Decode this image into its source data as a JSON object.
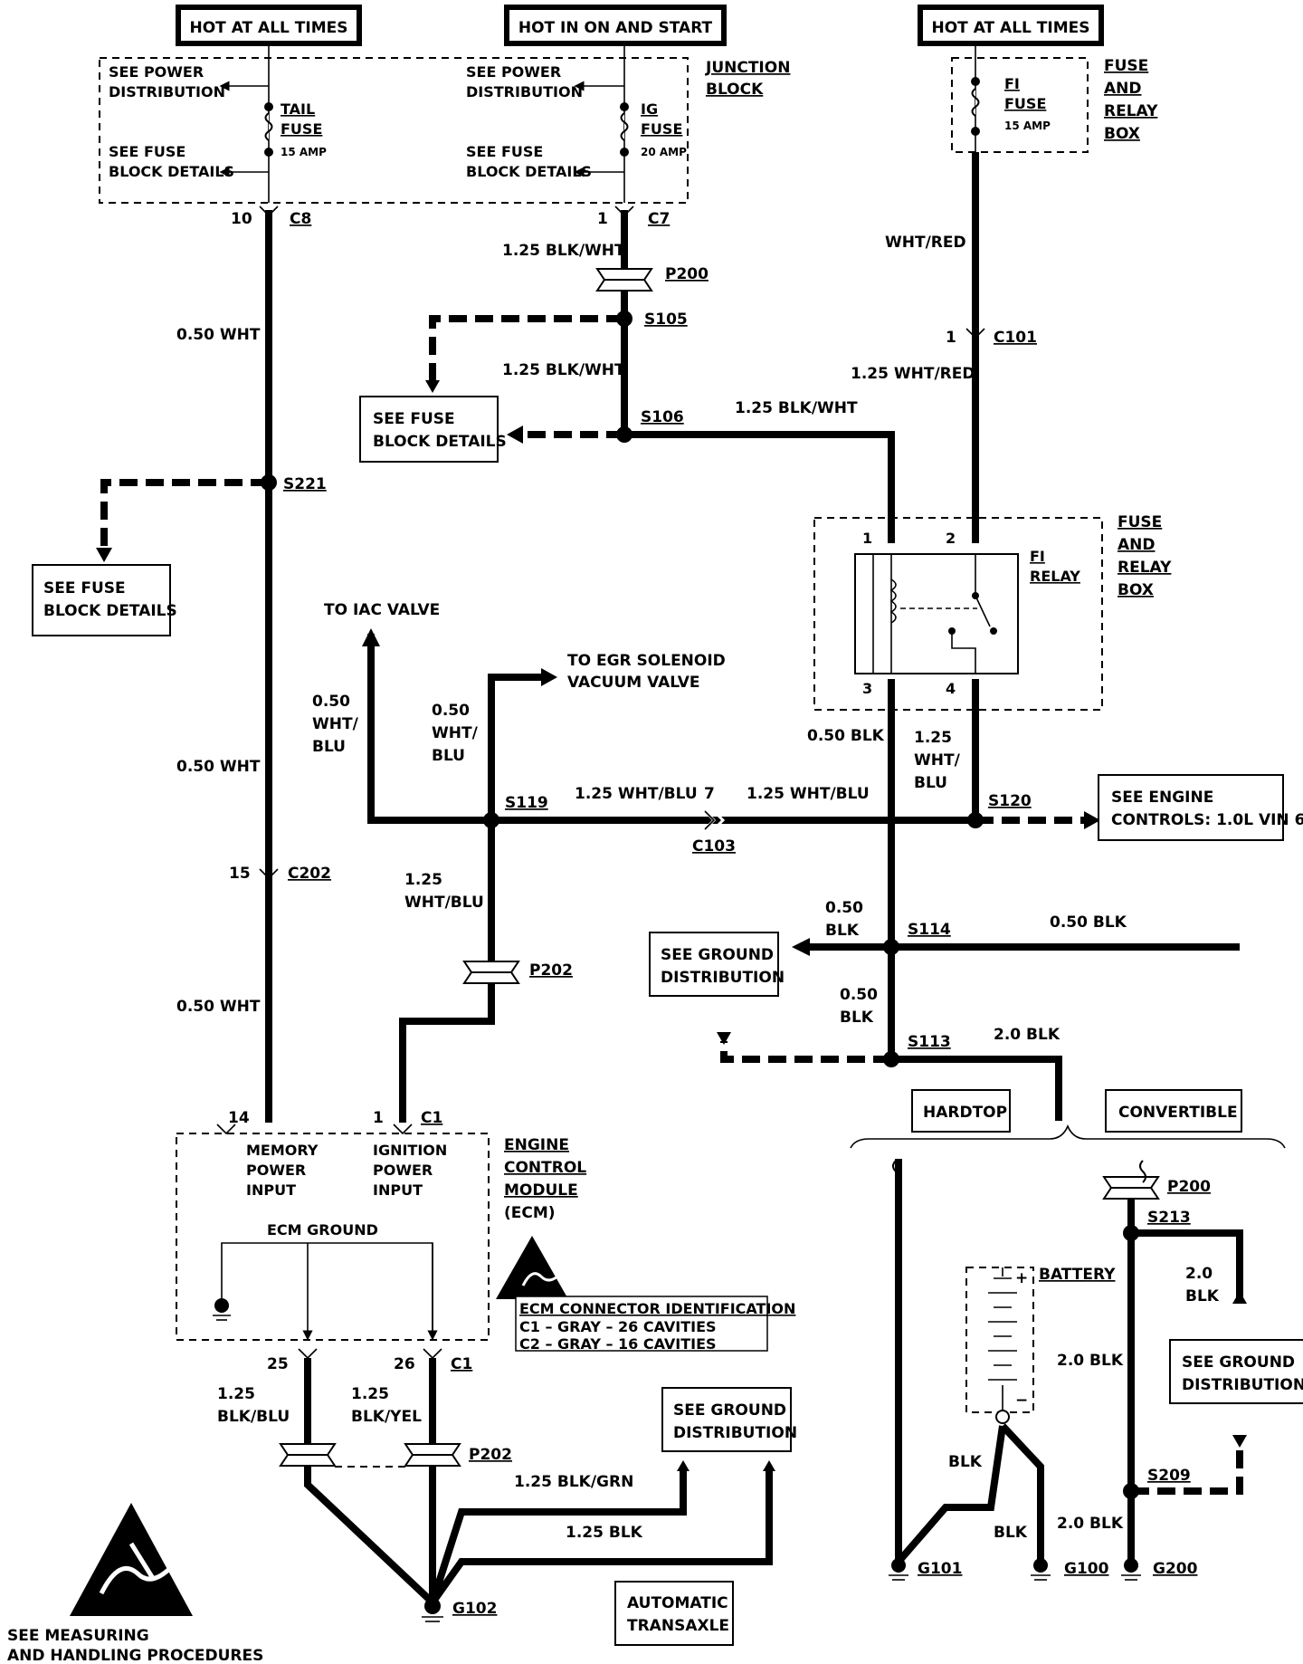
{
  "headers": {
    "hot_at_all_times_left": "HOT AT ALL TIMES",
    "hot_in_on_and_start": "HOT IN ON AND START",
    "hot_at_all_times_right": "HOT AT ALL TIMES"
  },
  "junction_block": {
    "title_line1": "JUNCTION",
    "title_line2": "BLOCK",
    "see_power_distribution_l1": "SEE POWER",
    "see_power_distribution_l2": "DISTRIBUTION",
    "see_fuse_block_details_l1": "SEE FUSE",
    "see_fuse_block_details_l2": "BLOCK DETAILS",
    "tail_fuse_l1": "TAIL",
    "tail_fuse_l2": "FUSE",
    "tail_fuse_amp": "15 AMP",
    "ig_fuse_l1": "IG",
    "ig_fuse_l2": "FUSE",
    "ig_fuse_amp": "20 AMP",
    "c8_pin": "10",
    "c8": "C8",
    "c7_pin": "1",
    "c7": "C7"
  },
  "fuse_relay_box_top": {
    "title_l1": "FUSE",
    "title_l2": "AND",
    "title_l3": "RELAY",
    "title_l4": "BOX",
    "fi_fuse_l1": "FI",
    "fi_fuse_l2": "FUSE",
    "fi_fuse_amp": "15 AMP"
  },
  "fuse_relay_box_mid": {
    "title_l1": "FUSE",
    "title_l2": "AND",
    "title_l3": "RELAY",
    "title_l4": "BOX",
    "relay_l1": "FI",
    "relay_l2": "RELAY",
    "pin1": "1",
    "pin2": "2",
    "pin3": "3",
    "pin4": "4"
  },
  "wires": {
    "w050wht_a": "0.50 WHT",
    "w050wht_b": "0.50 WHT",
    "w050wht_c": "0.50 WHT",
    "w125blkwht_a": "1.25 BLK/WHT",
    "w125blkwht_b": "1.25 BLK/WHT",
    "w125blkwht_c": "1.25 BLK/WHT",
    "whtred": "WHT/RED",
    "w125whtred": "1.25 WHT/RED",
    "c101_pin": "1",
    "c101": "C101",
    "w050blk": "0.50 BLK",
    "w125whtblu_relay_l1": "1.25",
    "w125whtblu_relay_l2": "WHT/",
    "w125whtblu_relay_l3": "BLU",
    "w125whtblu_left": "1.25 WHT/BLU",
    "c103_pin": "7",
    "w125whtblu_right": "1.25 WHT/BLU",
    "c103": "C103",
    "iac_l1": "0.50",
    "iac_l2": "WHT/",
    "iac_l3": "BLU",
    "egr_l1": "0.50",
    "egr_l2": "WHT/",
    "egr_l3": "BLU",
    "w125whtblu_vert_l1": "1.25",
    "w125whtblu_vert_l2": "WHT/BLU",
    "s114_left_l1": "0.50",
    "s114_left_l2": "BLK",
    "s114_right": "0.50 BLK",
    "s113_up_l1": "0.50",
    "s113_up_l2": "BLK",
    "w20blk_s113": "2.0 BLK",
    "c202_pin": "15",
    "c202": "C202",
    "ecm_pin14": "14",
    "ecm_pin1": "1",
    "ecm_c1": "C1",
    "ecm_pin25": "25",
    "ecm_pin26": "26",
    "ecm_c1_b": "C1",
    "w125blkblu_l1": "1.25",
    "w125blkblu_l2": "BLK/BLU",
    "w125blkyel_l1": "1.25",
    "w125blkyel_l2": "BLK/YEL",
    "w125blkgrn": "1.25 BLK/GRN",
    "w125blk": "1.25 BLK",
    "batt_blk_a": "BLK",
    "batt_blk_b": "BLK",
    "w20blk_a": "2.0 BLK",
    "w20blk_b": "2.0 BLK",
    "w20blk_s213_l1": "2.0",
    "w20blk_s213_l2": "BLK"
  },
  "splices": {
    "s105": "S105",
    "s106": "S106",
    "s221": "S221",
    "s119": "S119",
    "s120": "S120",
    "s114": "S114",
    "s113": "S113",
    "s213": "S213",
    "s209": "S209"
  },
  "connectors": {
    "p200_top": "P200",
    "p202_mid": "P202",
    "p202_bot": "P202",
    "p200_bot": "P200"
  },
  "grounds": {
    "g102": "G102",
    "g101": "G101",
    "g100": "G100",
    "g200": "G200"
  },
  "refs": {
    "fuse_block_top_l1": "SEE FUSE",
    "fuse_block_top_l2": "BLOCK DETAILS",
    "fuse_block_left_l1": "SEE FUSE",
    "fuse_block_left_l2": "BLOCK DETAILS",
    "to_iac_valve": "TO IAC VALVE",
    "to_egr_l1": "TO EGR SOLENOID",
    "to_egr_l2": "VACUUM VALVE",
    "engine_controls_l1": "SEE ENGINE",
    "engine_controls_l2": "CONTROLS: 1.0L VIN 6",
    "ground_dist_mid_l1": "SEE GROUND",
    "ground_dist_mid_l2": "DISTRIBUTION",
    "ground_dist_bot_l1": "SEE GROUND",
    "ground_dist_bot_l2": "DISTRIBUTION",
    "ground_dist_right_l1": "SEE GROUND",
    "ground_dist_right_l2": "DISTRIBUTION",
    "automatic_l1": "AUTOMATIC",
    "automatic_l2": "TRANSAXLE",
    "hardtop": "HARDTOP",
    "convertible": "CONVERTIBLE",
    "battery": "BATTERY",
    "battery_plus": "+",
    "battery_minus": "−"
  },
  "ecm": {
    "title_l1": "ENGINE",
    "title_l2": "CONTROL",
    "title_l3": "MODULE",
    "title_l4": "(ECM)",
    "memory_l1": "MEMORY",
    "memory_l2": "POWER",
    "memory_l3": "INPUT",
    "ignition_l1": "IGNITION",
    "ignition_l2": "POWER",
    "ignition_l3": "INPUT",
    "ground": "ECM GROUND",
    "conn_id_title": "ECM CONNECTOR IDENTIFICATION",
    "conn_c1": "C1 – GRAY – 26 CAVITIES",
    "conn_c2": "C2 – GRAY – 16 CAVITIES"
  },
  "footer": {
    "esd_l1": "SEE MEASURING",
    "esd_l2": "AND HANDLING PROCEDURES"
  }
}
